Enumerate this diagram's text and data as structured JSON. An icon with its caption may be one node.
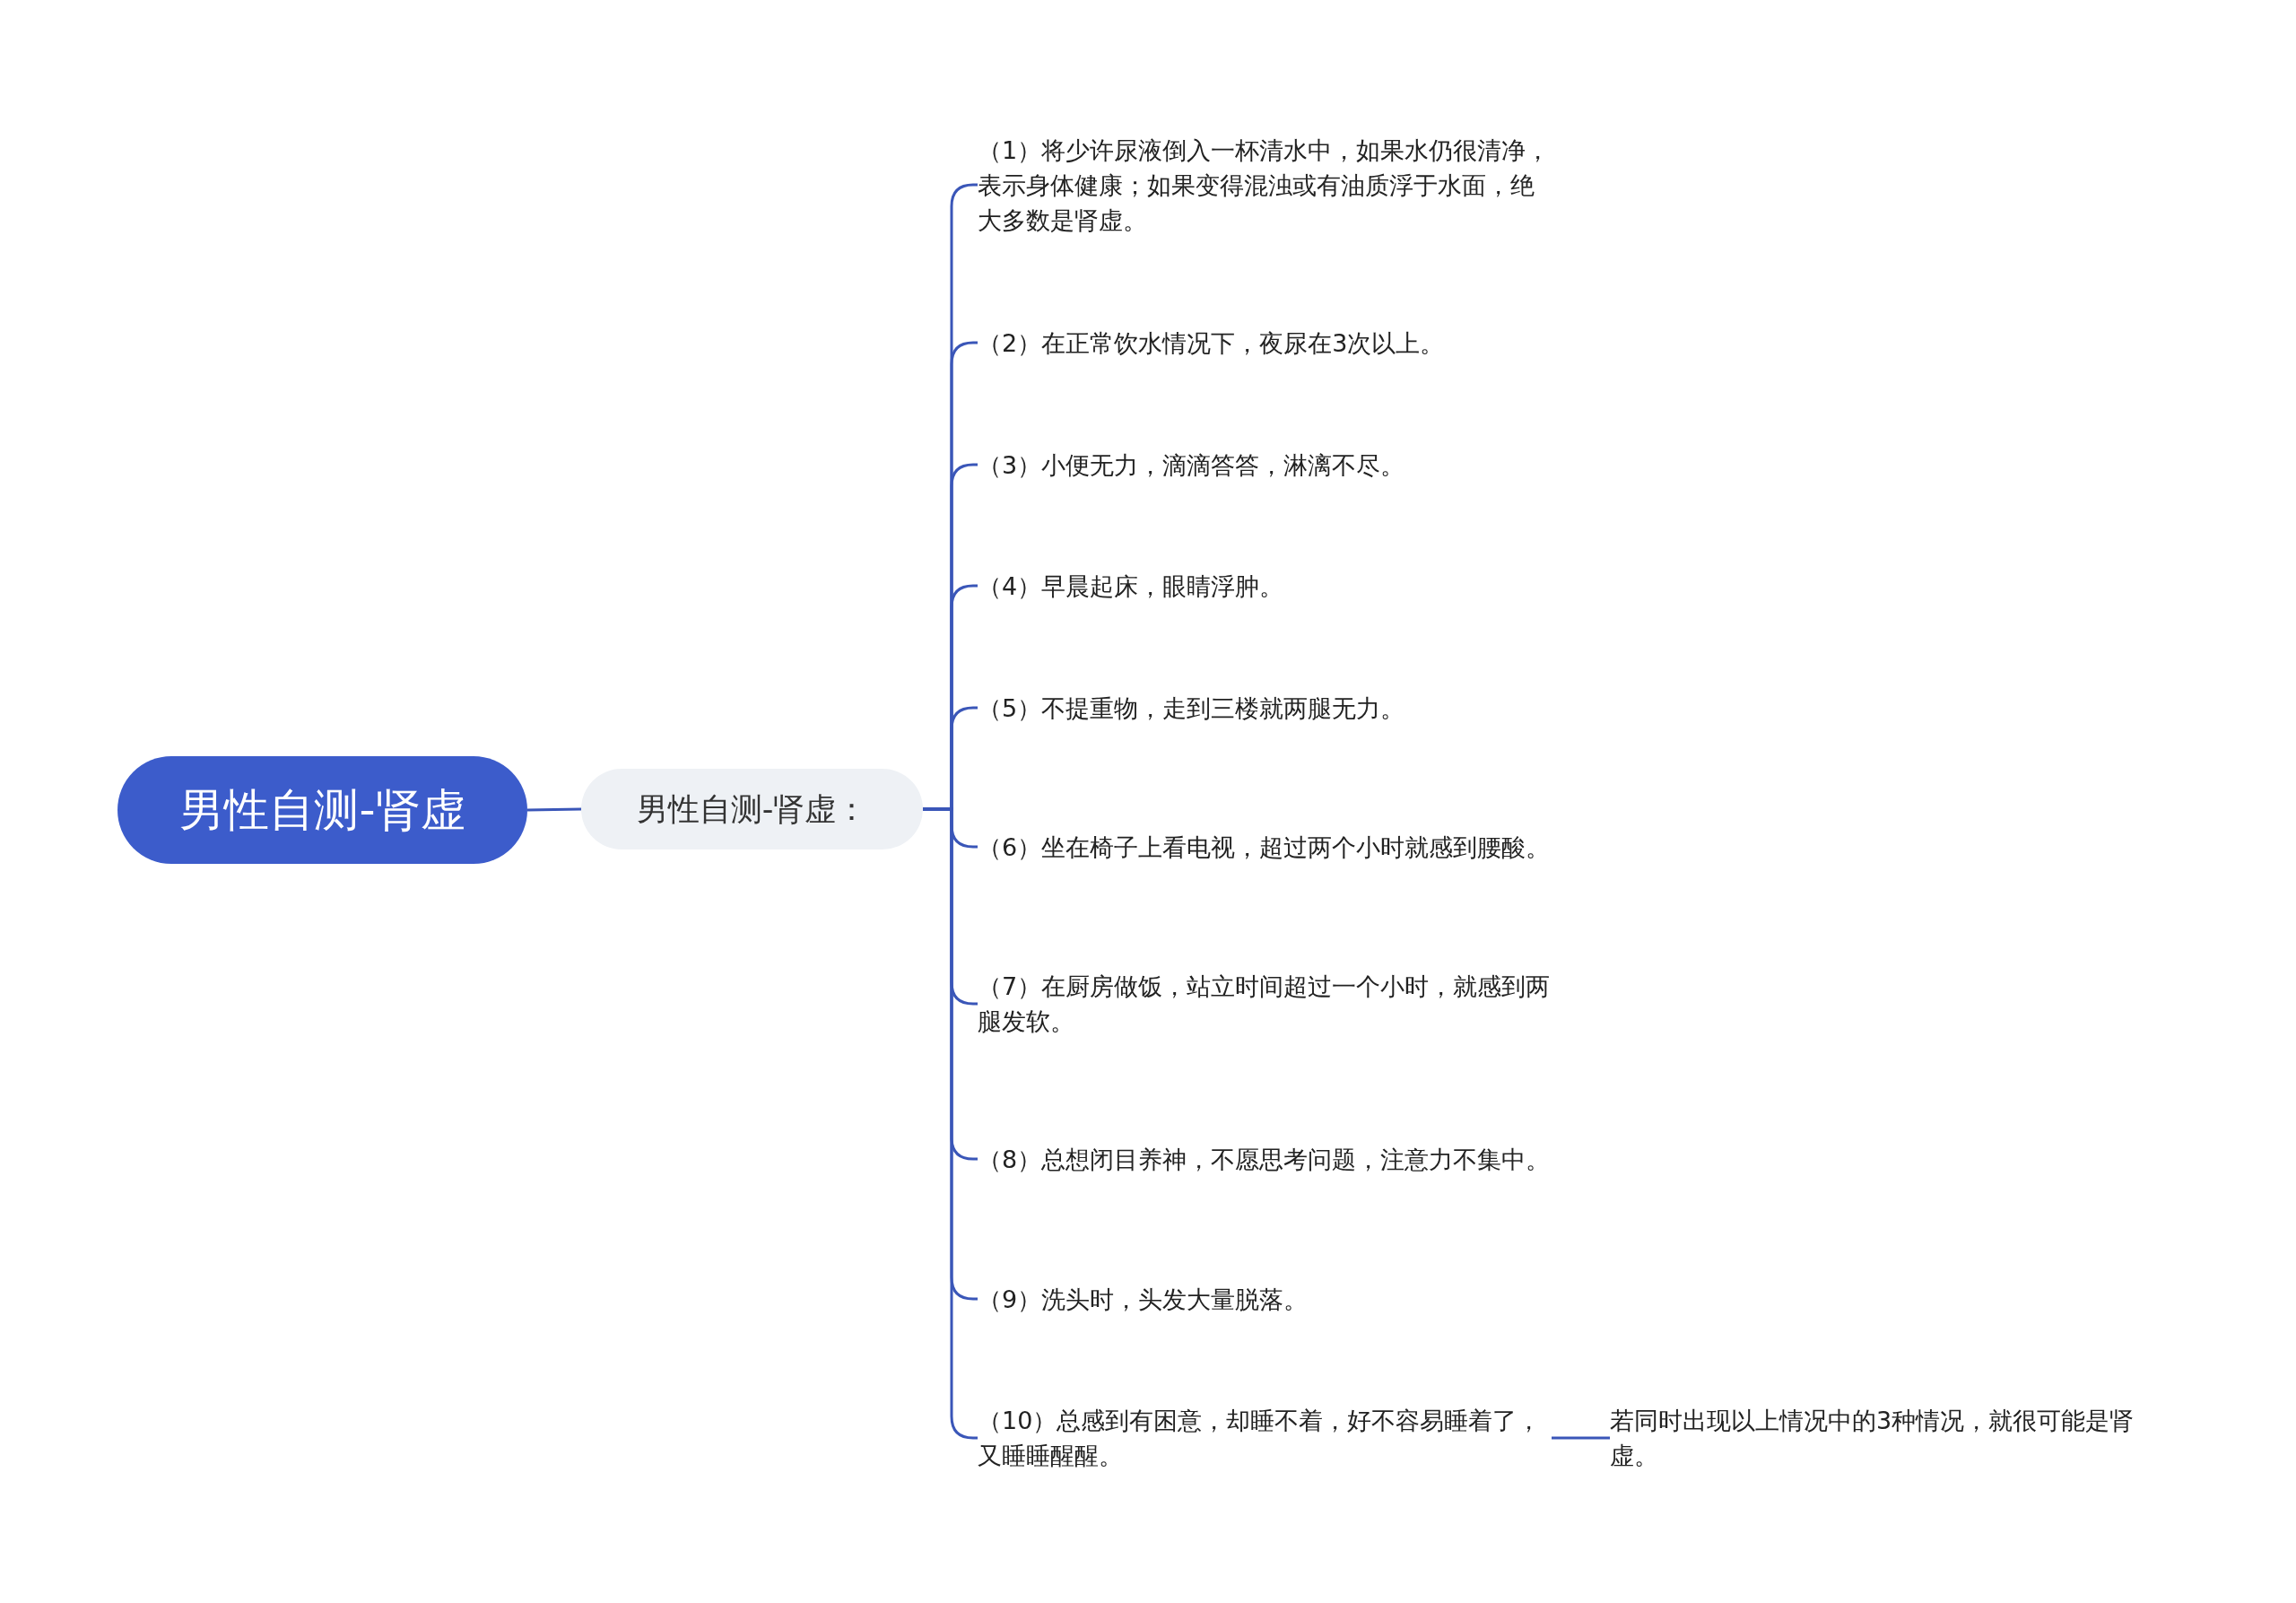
{
  "diagram": {
    "nodes": [
      {
        "text": [
          "男性自测-肾虚"
        ]
      },
      {
        "text": [
          "男性自测-肾虚："
        ]
      },
      {
        "text": [
          "（1）将少许尿液倒入一杯清水中，如果水仍很清净，表示身体健康；如果变得混浊或有油质浮于水面，绝大多数是肾虚。"
        ]
      },
      {
        "text": [
          "（2）在正常饮水情况下，夜尿在3次以上。"
        ]
      },
      {
        "text": [
          "（3）小便无力，滴滴答答，淋漓不尽。"
        ]
      },
      {
        "text": [
          "（4）早晨起床，眼睛浮肿。"
        ]
      },
      {
        "text": [
          "（5）不提重物，走到三楼就两腿无力。"
        ]
      },
      {
        "text": [
          "（6）坐在椅子上看电视，超过两个小时就感到腰酸。"
        ]
      },
      {
        "text": [
          "（7）在厨房做饭，站立时间超过一个小时，就感到两腿发软。"
        ]
      },
      {
        "text": [
          "（8）总想闭目养神，不愿思考问题，注意力不集中。"
        ]
      },
      {
        "text": [
          "（9）洗头时，头发大量脱落。"
        ]
      },
      {
        "text": [
          "（10）总感到有困意，却睡不着，好不容易睡着了，又睡睡醒醒。"
        ]
      },
      {
        "text": [
          "若同时出现以上情况中的3种情况，就很可能是肾虚。"
        ]
      }
    ],
    "edges": [
      {
        "from": 0,
        "to": 1,
        "arrow": "none"
      },
      {
        "from": 1,
        "to": 2,
        "arrow": "none"
      },
      {
        "from": 1,
        "to": 3,
        "arrow": "none"
      },
      {
        "from": 1,
        "to": 4,
        "arrow": "none"
      },
      {
        "from": 1,
        "to": 5,
        "arrow": "none"
      },
      {
        "from": 1,
        "to": 6,
        "arrow": "none"
      },
      {
        "from": 1,
        "to": 7,
        "arrow": "none"
      },
      {
        "from": 1,
        "to": 8,
        "arrow": "none"
      },
      {
        "from": 1,
        "to": 9,
        "arrow": "none"
      },
      {
        "from": 1,
        "to": 10,
        "arrow": "none"
      },
      {
        "from": 1,
        "to": 11,
        "arrow": "none"
      },
      {
        "from": 11,
        "to": 12,
        "arrow": "none"
      }
    ]
  }
}
